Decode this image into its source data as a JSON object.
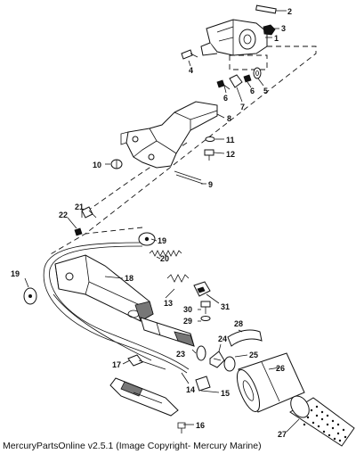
{
  "diagram": {
    "callouts": [
      "1",
      "2",
      "3",
      "4",
      "5",
      "6",
      "6",
      "7",
      "8",
      "9",
      "10",
      "11",
      "12",
      "13",
      "14",
      "15",
      "16",
      "17",
      "18",
      "19",
      "19",
      "20",
      "21",
      "22",
      "23",
      "24",
      "25",
      "26",
      "27",
      "28",
      "29",
      "30",
      "31"
    ]
  },
  "caption": "MercuryPartsOnline v2.5.1 (Image Copyright- Mercury Marine)",
  "colors": {
    "ink": "#111111",
    "background": "#ffffff"
  }
}
